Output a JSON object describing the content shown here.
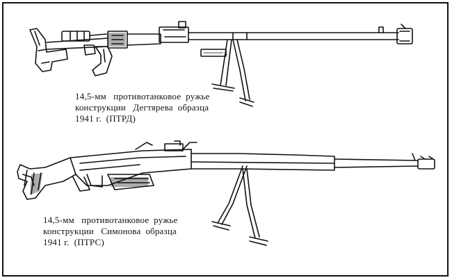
{
  "figures": [
    {
      "lines": [
        "14,5-мм   противотанковое  ружье",
        "конструкции   Дегтярева  образца",
        "1941 г.  (ПТРД)"
      ]
    },
    {
      "lines": [
        "14,5-мм   противотанковое  ружье",
        "конструкции   Симонова  образца",
        "1941 г.  (ПТРС)"
      ]
    }
  ],
  "colors": {
    "ink": "#111111",
    "paper": "#ffffff"
  }
}
